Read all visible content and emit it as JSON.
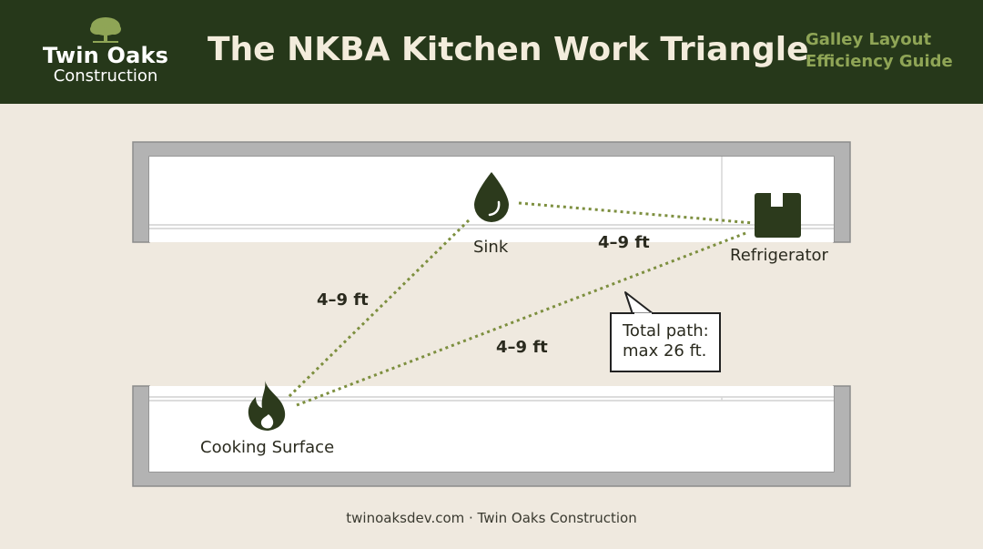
{
  "brand": {
    "name": "Twin Oaks",
    "subtitle": "Construction",
    "logo_icon": "oak-tree-icon"
  },
  "header": {
    "title": "The NKBA Kitchen Work Triangle",
    "subtitle_line1": "Galley Layout",
    "subtitle_line2": "Efficiency Guide"
  },
  "colors": {
    "header_bg": "#26381a",
    "accent_green": "#8fa556",
    "icon_dark": "#2c3a1c",
    "background": "#efe9df",
    "path_dotted": "#7d8f3f"
  },
  "diagram": {
    "stations": {
      "sink": {
        "label": "Sink",
        "icon": "water-drop-icon"
      },
      "refrigerator": {
        "label": "Refrigerator",
        "icon": "box-icon"
      },
      "cooking": {
        "label": "Cooking Surface",
        "icon": "flame-icon"
      }
    },
    "distances": {
      "sink_to_fridge": "4–9 ft",
      "sink_to_cooking": "4–9 ft",
      "cooking_to_fridge": "4–9 ft"
    },
    "callout": {
      "line1": "Total path:",
      "line2": "max 26 ft."
    }
  },
  "footer": {
    "text": "twinoaksdev.com · Twin Oaks Construction"
  }
}
